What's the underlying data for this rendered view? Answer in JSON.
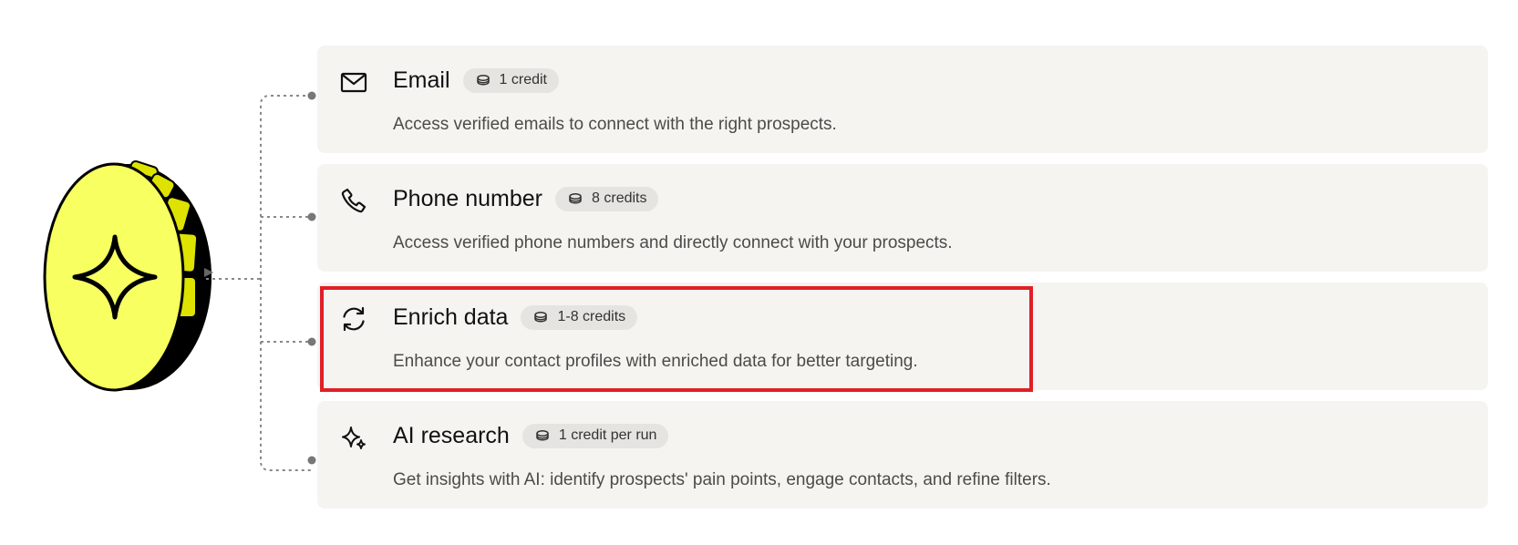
{
  "colors": {
    "card_background": "#f5f4f1",
    "badge_background": "#e6e4e0",
    "coin_yellow": "#f8ff60",
    "coin_segments": "#dde200",
    "highlight_border": "#e11f26"
  },
  "cards": [
    {
      "icon": "mail-icon",
      "title": "Email",
      "badge_icon": "coins-icon",
      "badge": "1 credit",
      "description": "Access verified emails to connect with the right prospects."
    },
    {
      "icon": "phone-icon",
      "title": "Phone number",
      "badge_icon": "coins-icon",
      "badge": "8 credits",
      "description": "Access verified phone numbers and directly connect with your prospects."
    },
    {
      "icon": "refresh-icon",
      "title": "Enrich data",
      "badge_icon": "coins-icon",
      "badge": "1-8 credits",
      "description": "Enhance your contact profiles with enriched data for better targeting.",
      "highlighted": true
    },
    {
      "icon": "sparkles-icon",
      "title": "AI research",
      "badge_icon": "coins-icon",
      "badge": "1 credit per run",
      "description": "Get insights with AI: identify prospects' pain points, engage contacts, and refine filters."
    }
  ]
}
